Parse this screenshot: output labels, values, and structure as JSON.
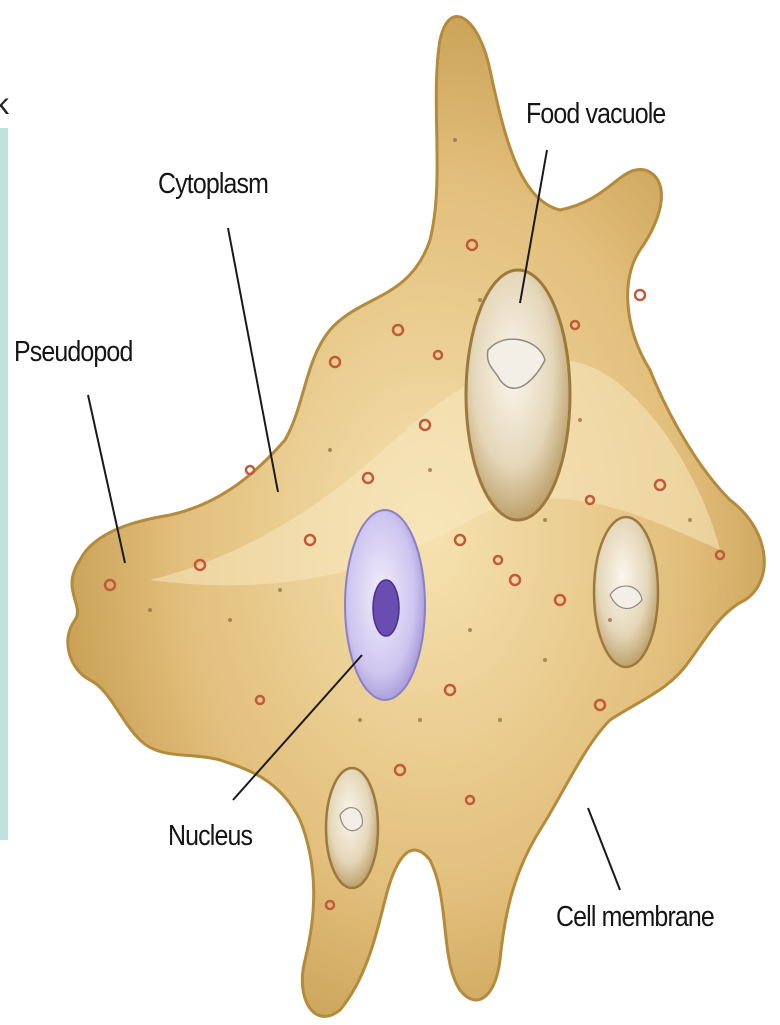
{
  "labels": {
    "food_vacuole": "Food vacuole",
    "cytoplasm": "Cytoplasm",
    "pseudopod": "Pseudopod",
    "nucleus": "Nucleus",
    "cell_membrane": "Cell membrane"
  },
  "corner_fragment": "k",
  "colors": {
    "cytoplasm": "#ddb874",
    "membrane_edge": "#b98e3e",
    "nucleus": "#c9c1ee",
    "nucleolus": "#6a4db0",
    "vacuole": "#e6dcc8",
    "granule": "#c25a3a",
    "side_panel": "#bfe3dc"
  }
}
